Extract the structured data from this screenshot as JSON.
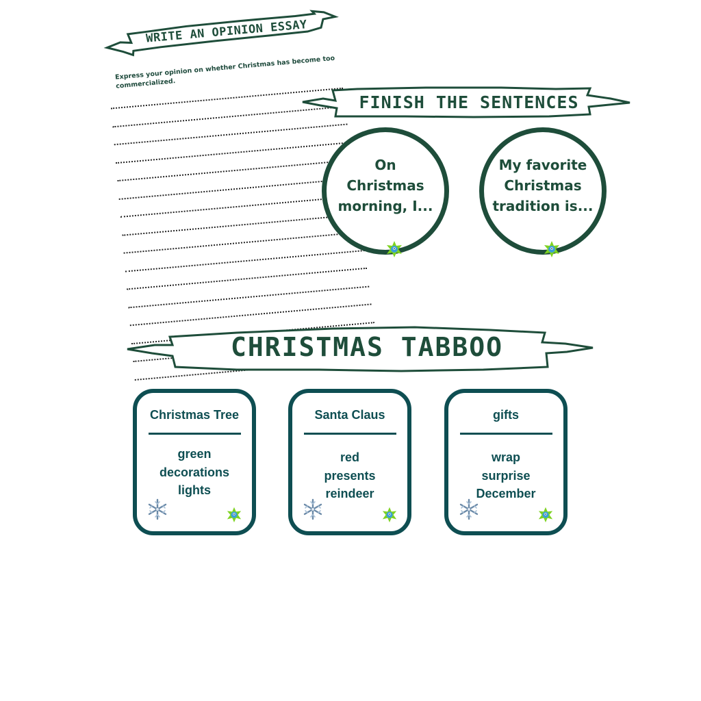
{
  "essay": {
    "title": "WRITE AN OPINION ESSAY",
    "prompt": "Express your opinion on whether Christmas has become too commercialized."
  },
  "finish_sentences": {
    "title": "FINISH THE SENTENCES",
    "prompts": [
      "On Christmas morning, I...",
      "My favorite Christmas tradition is..."
    ]
  },
  "tabboo": {
    "title": "CHRISTMAS TABBOO",
    "cards": [
      {
        "word": "Christmas Tree",
        "taboo": [
          "green",
          "decorations",
          "lights"
        ]
      },
      {
        "word": "Santa Claus",
        "taboo": [
          "red",
          "presents",
          "reindeer"
        ]
      },
      {
        "word": "gifts",
        "taboo": [
          "wrap",
          "surprise",
          "December"
        ]
      }
    ]
  },
  "colors": {
    "banner_green": "#1e4d3a",
    "card_teal": "#0e4e52",
    "mascot_green": "#7ed321",
    "mascot_blue": "#3b9fd8"
  },
  "icons": [
    "snowflake-icon",
    "mascot-icon"
  ]
}
